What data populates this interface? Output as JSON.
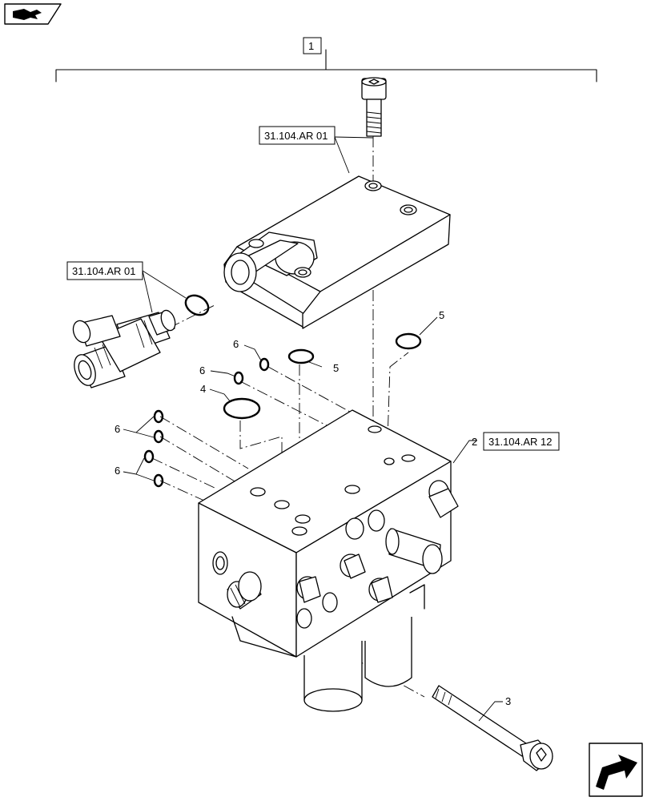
{
  "assembly_label": "1",
  "references": {
    "top_block": "31.104.AR 01",
    "fitting": "31.104.AR 01",
    "valve": "31.104.AR 12"
  },
  "callouts": {
    "valve_item": "2",
    "bolt_item": "3",
    "large_oring": "4",
    "oring_5_left": "5",
    "oring_5_right": "5",
    "ring_6_a": "6",
    "ring_6_b": "6",
    "ring_6_c": "6",
    "ring_6_d": "6"
  },
  "icons": {
    "top_left": "book-arrow-icon",
    "bottom_right": "next-page-arrow-icon"
  }
}
